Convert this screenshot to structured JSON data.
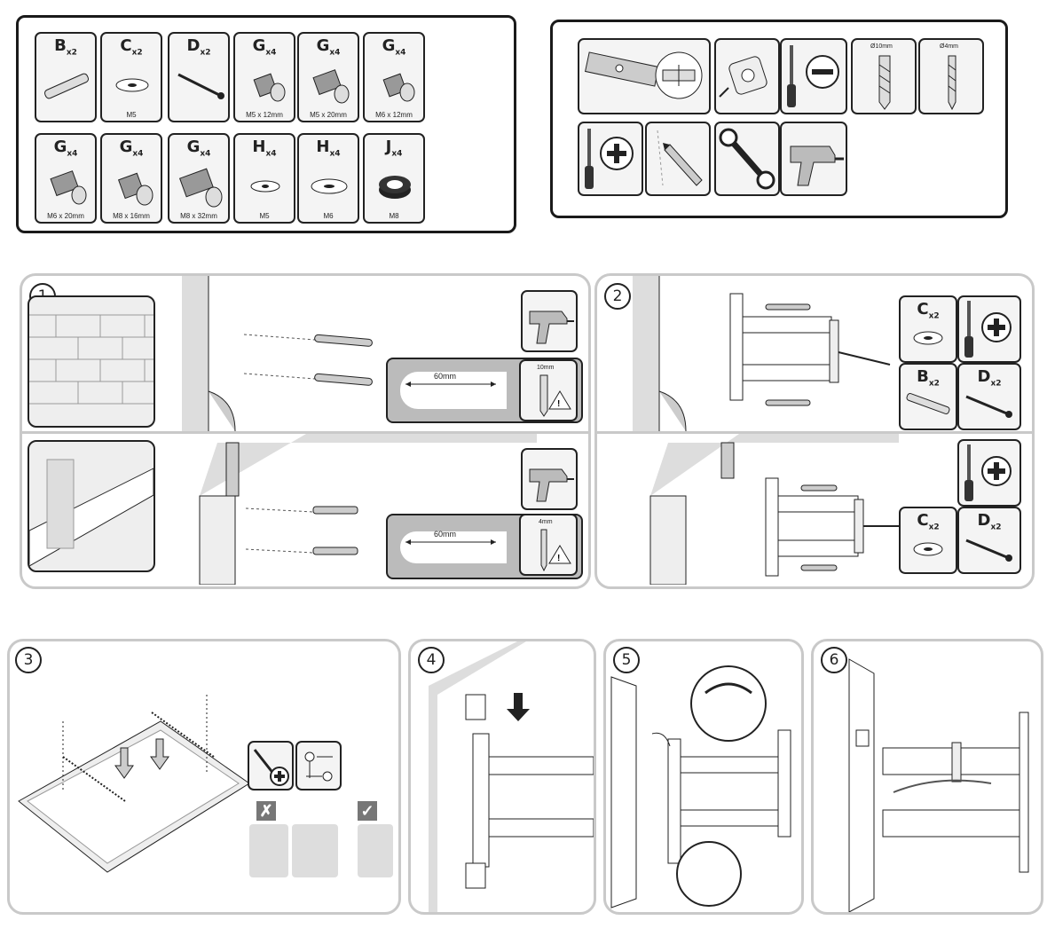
{
  "parts": [
    {
      "letter": "B",
      "qty": "x2",
      "size": ""
    },
    {
      "letter": "C",
      "qty": "x2",
      "size": "M5"
    },
    {
      "letter": "D",
      "qty": "x2",
      "size": ""
    },
    {
      "letter": "G",
      "qty": "x4",
      "size": "M5 x 12mm"
    },
    {
      "letter": "G",
      "qty": "x4",
      "size": "M5 x 20mm"
    },
    {
      "letter": "G",
      "qty": "x4",
      "size": "M6 x 12mm"
    },
    {
      "letter": "G",
      "qty": "x4",
      "size": "M6 x 20mm"
    },
    {
      "letter": "G",
      "qty": "x4",
      "size": "M8 x 16mm"
    },
    {
      "letter": "G",
      "qty": "x4",
      "size": "M8 x 32mm"
    },
    {
      "letter": "H",
      "qty": "x4",
      "size": "M5"
    },
    {
      "letter": "H",
      "qty": "x4",
      "size": "M6"
    },
    {
      "letter": "J",
      "qty": "x4",
      "size": "M8"
    }
  ],
  "tools": [
    {
      "name": "spirit-level-icon"
    },
    {
      "name": "tape-measure-icon"
    },
    {
      "name": "flat-screwdriver-icon"
    },
    {
      "name": "drill-bit-10mm-icon",
      "label": "Ø10mm"
    },
    {
      "name": "drill-bit-4mm-icon",
      "label": "Ø4mm"
    },
    {
      "name": "phillips-screwdriver-icon"
    },
    {
      "name": "pencil-mark-icon"
    },
    {
      "name": "wrench-icon"
    },
    {
      "name": "power-drill-icon"
    }
  ],
  "steps": {
    "s1": {
      "num": "1",
      "dim_top": "60mm",
      "bit_top": "10mm",
      "dim_bottom": "60mm",
      "bit_bottom": "4mm"
    },
    "s2": {
      "num": "2",
      "c_code": "C",
      "c_qty": "x2",
      "b_code": "B",
      "b_qty": "x2",
      "d_code": "D",
      "d_qty": "x2",
      "c2_code": "C",
      "c2_qty": "x2",
      "d2_code": "D",
      "d2_qty": "x2"
    },
    "s3": {
      "num": "3",
      "wrong": "✗",
      "right": "✓"
    },
    "s4": {
      "num": "4"
    },
    "s5": {
      "num": "5"
    },
    "s6": {
      "num": "6"
    }
  }
}
